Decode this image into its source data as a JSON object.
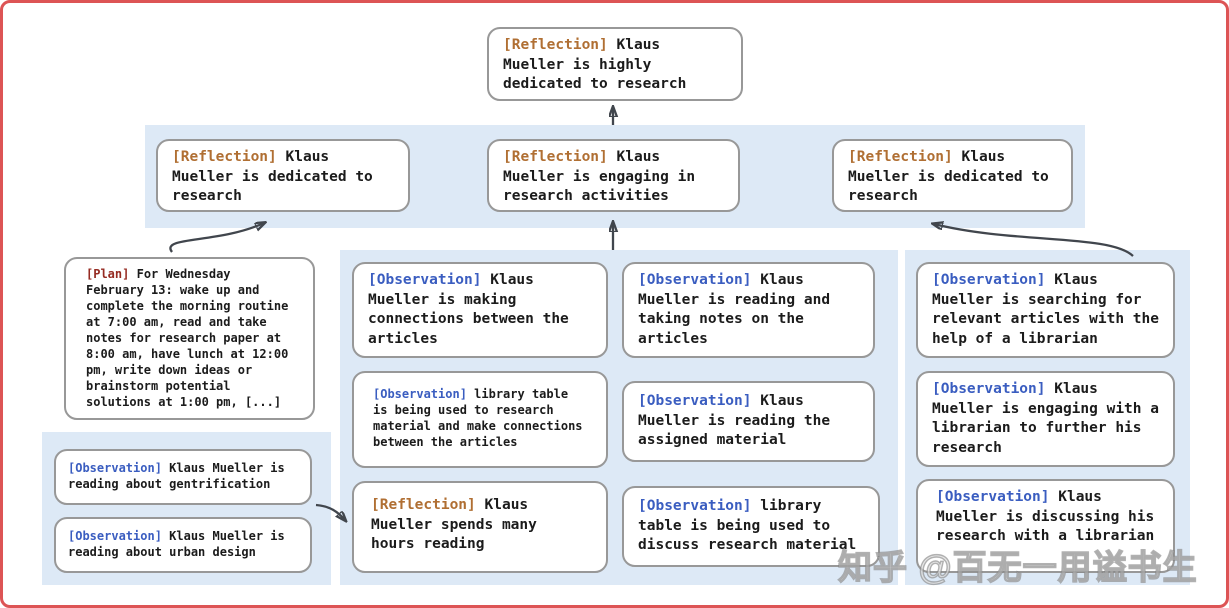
{
  "colors": {
    "frame": "#dd5455",
    "band": "#dde9f6",
    "border": "#989898",
    "text": "#1b1b1b",
    "arrow": "#41464d",
    "reflection": "#b06f33",
    "plan": "#962b22",
    "observation": "#3a5dc0"
  },
  "watermark": "知乎 @百无一用谥书生",
  "nodes": {
    "root": {
      "tag": "[Reflection]",
      "text": "Klaus Mueller is highly dedicated to research"
    },
    "ref_left": {
      "tag": "[Reflection]",
      "text": "Klaus Mueller is dedicated to research"
    },
    "ref_mid": {
      "tag": "[Reflection]",
      "text": "Klaus Mueller is engaging in research activities"
    },
    "ref_right": {
      "tag": "[Reflection]",
      "text": "Klaus Mueller is dedicated to research"
    },
    "plan": {
      "tag": "[Plan]",
      "text": "For Wednesday February 13: wake up and complete the morning routine at 7:00 am, read and take notes for research paper at 8:00 am, have lunch at 12:00 pm, write down ideas or brainstorm potential solutions at 1:00 pm, [...]"
    },
    "obs_gentrification": {
      "tag": "[Observation]",
      "text": "Klaus Mueller is reading about gentrification"
    },
    "obs_urban_design": {
      "tag": "[Observation]",
      "text": "Klaus Mueller is reading about urban design"
    },
    "obs_connections": {
      "tag": "[Observation]",
      "text": "Klaus Mueller is making connections between the articles"
    },
    "obs_library_research": {
      "tag": "[Observation]",
      "text": "library table is being used to research material and make connections between the articles"
    },
    "ref_hours_reading": {
      "tag": "[Reflection]",
      "text": "Klaus Mueller spends many hours reading"
    },
    "obs_taking_notes": {
      "tag": "[Observation]",
      "text": "Klaus Mueller is reading and taking notes on the articles"
    },
    "obs_assigned_material": {
      "tag": "[Observation]",
      "text": "Klaus Mueller is reading the assigned material"
    },
    "obs_library_discuss": {
      "tag": "[Observation]",
      "text": "library table is being used to discuss research material"
    },
    "obs_searching_articles": {
      "tag": "[Observation]",
      "text": "Klaus Mueller is searching for relevant articles with the help of a librarian"
    },
    "obs_engaging_librarian": {
      "tag": "[Observation]",
      "text": "Klaus Mueller is engaging with a librarian to further his research"
    },
    "obs_discussing_research": {
      "tag": "[Observation]",
      "text": "Klaus Mueller is discussing his research with a librarian"
    }
  }
}
